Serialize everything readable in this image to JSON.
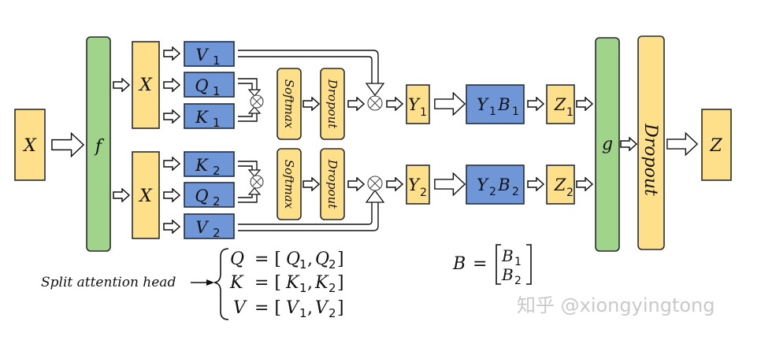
{
  "diagram": {
    "input": {
      "label": "X"
    },
    "f_block": {
      "label": "f"
    },
    "heads": [
      {
        "x_label": "X",
        "projections": [
          {
            "name": "V",
            "sub": "1"
          },
          {
            "name": "Q",
            "sub": "1"
          },
          {
            "name": "K",
            "sub": "1"
          }
        ],
        "softmax_label": "Softmax",
        "dropout_label": "Dropout",
        "y": {
          "name": "Y",
          "sub": "1"
        },
        "yb": {
          "a": "Y",
          "a_sub": "1",
          "b": "B",
          "b_sub": "1"
        },
        "z": {
          "name": "Z",
          "sub": "1"
        }
      },
      {
        "x_label": "X",
        "projections": [
          {
            "name": "K",
            "sub": "2"
          },
          {
            "name": "Q",
            "sub": "2"
          },
          {
            "name": "V",
            "sub": "2"
          }
        ],
        "softmax_label": "Softmax",
        "dropout_label": "Dropout",
        "y": {
          "name": "Y",
          "sub": "2"
        },
        "yb": {
          "a": "Y",
          "a_sub": "2",
          "b": "B",
          "b_sub": "2"
        },
        "z": {
          "name": "Z",
          "sub": "2"
        }
      }
    ],
    "g_block": {
      "label": "g"
    },
    "final_dropout": {
      "label": "Dropout"
    },
    "output": {
      "label": "Z"
    },
    "operator_symbol": "⊗",
    "split_note": {
      "label": "Split attention head",
      "equations": [
        {
          "lhs": "Q",
          "a": "Q",
          "a_sub": "1",
          "b": "Q",
          "b_sub": "2"
        },
        {
          "lhs": "K",
          "a": "K",
          "a_sub": "1",
          "b": "K",
          "b_sub": "2"
        },
        {
          "lhs": "V",
          "a": "V",
          "a_sub": "1",
          "b": "V",
          "b_sub": "2"
        }
      ]
    },
    "b_matrix": {
      "lhs": "B",
      "rows": [
        {
          "name": "B",
          "sub": "1"
        },
        {
          "name": "B",
          "sub": "2"
        }
      ]
    },
    "watermark": "知乎 @xiongyingtong",
    "colors": {
      "yellow": "#ffe08a",
      "blue": "#6f96d6",
      "green": "#9fd48a"
    }
  }
}
